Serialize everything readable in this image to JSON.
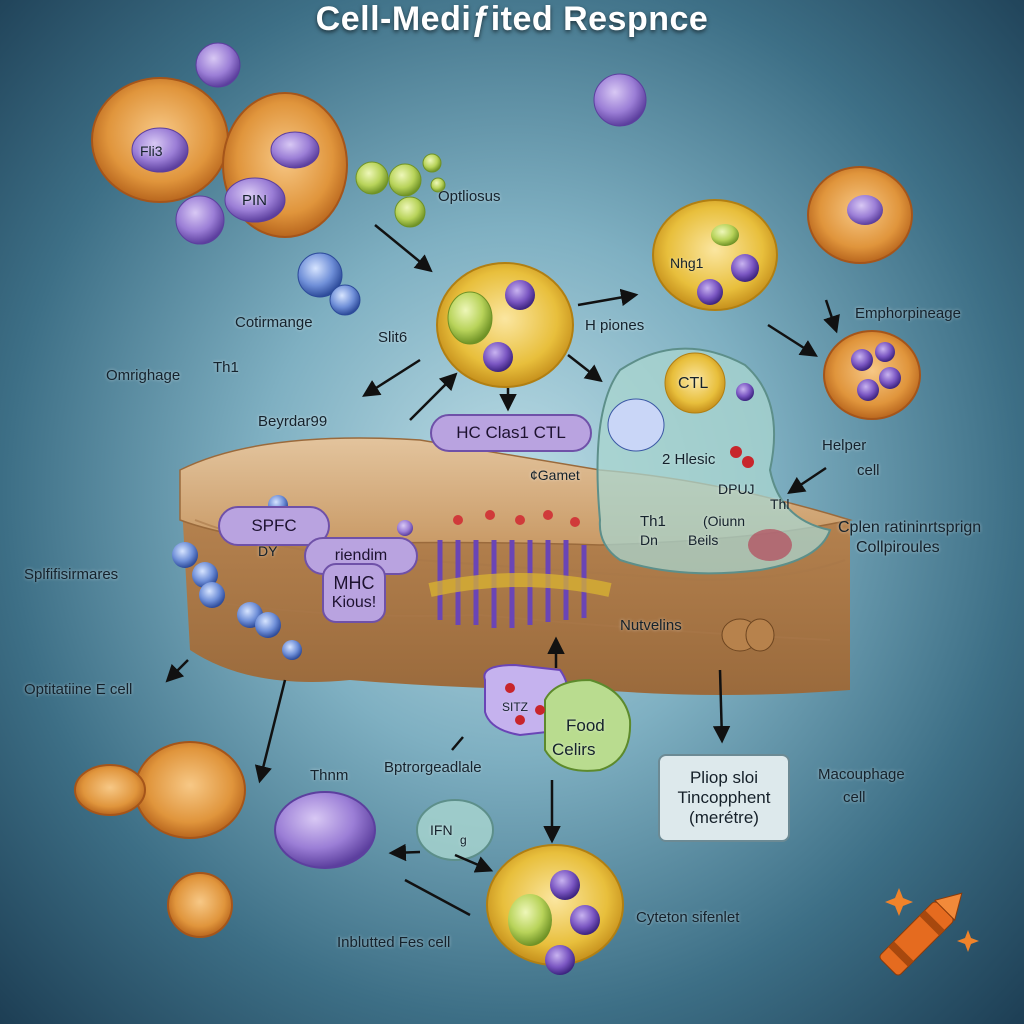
{
  "title": "Cell-Mediƒited Respnce",
  "labels": {
    "optliosus": "Optliosus",
    "cotirmange": "Cotirmange",
    "slit6": "Slit6",
    "omrighage": "Omrighage",
    "th1_left": "Th1",
    "beyrdar99": "Beyrdar99",
    "hc_class1_ctl": "HC Clas1 CTL",
    "gamet": "¢Gamet",
    "h_piones": "H piones",
    "nhg1": "Nhg1",
    "emphorpineage": "Emphorpineage",
    "ctl": "CTL",
    "hlesic": "2 Hlesic",
    "dpuj": "DPUJ",
    "th1_mid": "Th1",
    "dn": "Dn",
    "oiunn": "(Oiunn",
    "beils": "Beils",
    "helper_line1": "Helper",
    "helper_line2": "cell",
    "thl": "Thl",
    "cplen_line1": "Cplen ratininrtsprign",
    "cplen_line2": "Collpiroules",
    "splfifisirmares": "Splfifisirmares",
    "spfc": "SPFC",
    "dy": "DY",
    "rienddim": "riendim",
    "mhc_line1": "MHC",
    "mhc_line2": "Kious!",
    "nutvelins": "Nutvelins",
    "optitatiine": "Optitatiine E cell",
    "bptrorgeadlale": "Bptrorgeadlale",
    "sitz": "SITZ",
    "food_line1": "Food",
    "food_line2": "Celirs",
    "plop_line1": "Pliop sloi",
    "plop_line2": "Tincopphent",
    "plop_line3": "(merétre)",
    "macouphage_line1": "Macouphage",
    "macouphage_line2": "cell",
    "thnm": "Thnm",
    "ifn": "IFN",
    "ifn_sub": "g",
    "inblutted": "Inblutted Fes cell",
    "cyteton": "Cyteton sifenlet",
    "pin": "PIN",
    "fli3": "Fli3"
  },
  "colors": {
    "cell_orange": "#e0953c",
    "cell_yellow": "#e8c23c",
    "nucleus_purple": "#8a6cc8",
    "tissue": "#c99a66",
    "bubble": "#a9d6cf"
  }
}
